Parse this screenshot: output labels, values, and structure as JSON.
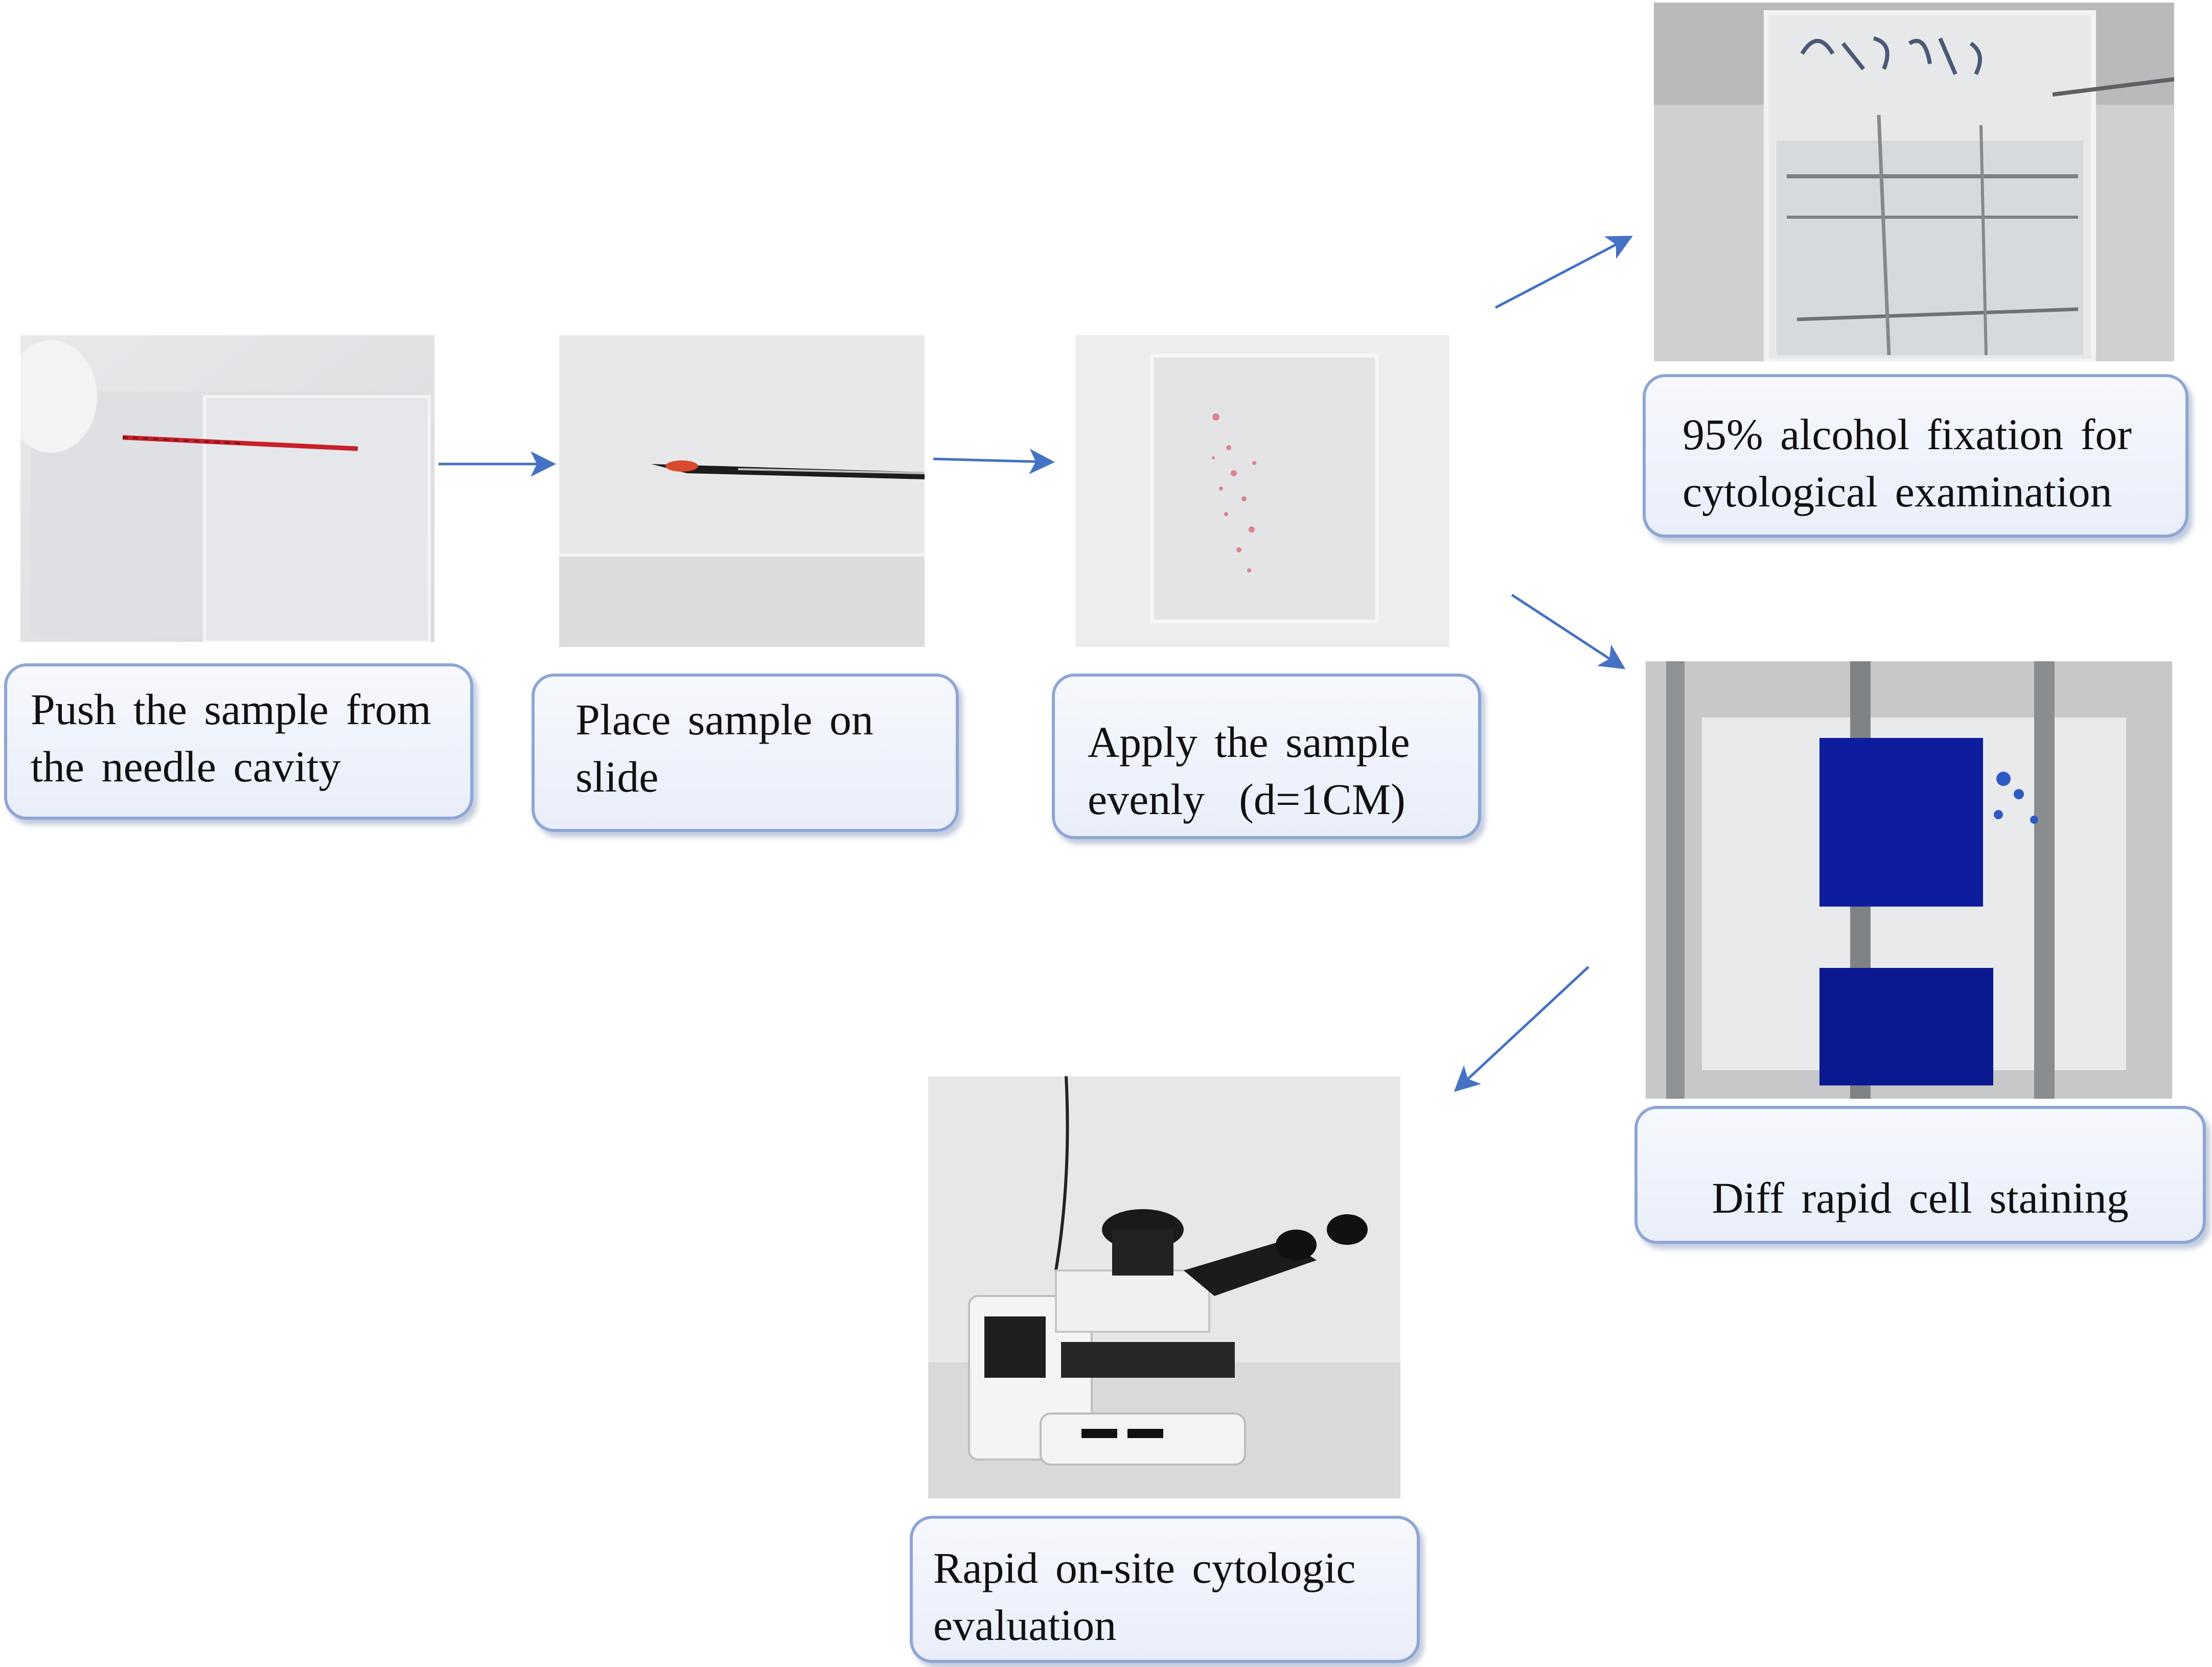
{
  "steps": [
    {
      "id": "push",
      "lines": [
        "Push the sample from",
        "the needle cavity"
      ]
    },
    {
      "id": "place",
      "lines": [
        "Place sample on",
        "slide"
      ]
    },
    {
      "id": "apply",
      "lines": [
        "Apply the sample",
        "evenly  (d=1CM)"
      ]
    },
    {
      "id": "fixation",
      "lines": [
        "95% alcohol fixation for",
        "cytological examination"
      ]
    },
    {
      "id": "staining",
      "lines": [
        "Diff rapid cell staining"
      ]
    },
    {
      "id": "rose",
      "lines": [
        "Rapid on-site cytologic",
        "evaluation"
      ]
    }
  ],
  "colors": {
    "arrow": "#4472c4",
    "caption_border": "#8da6d6",
    "caption_fill": "#eef2fb",
    "stain": "#0d1d9e"
  }
}
